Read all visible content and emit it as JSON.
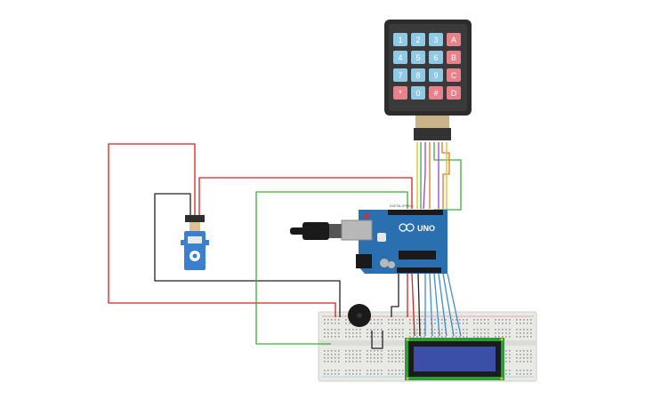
{
  "keypad": {
    "rows": [
      [
        "1",
        "2",
        "3",
        "A"
      ],
      [
        "4",
        "5",
        "6",
        "B"
      ],
      [
        "7",
        "8",
        "9",
        "C"
      ],
      [
        "*",
        "0",
        "#",
        "D"
      ]
    ],
    "key_color_num": "#8fc9e6",
    "key_color_letter": "#e8828a",
    "body_color": "#2d2d2d"
  },
  "arduino": {
    "board_label": "UNO",
    "digital_label": "DIGITAL (PWM~)",
    "color": "#2a6fb0"
  },
  "lcd": {
    "screen_color": "#3b4fa8",
    "pcb_color": "#2f9a3a"
  },
  "wires": {
    "red": "#d62020",
    "black": "#222222",
    "green": "#3cae3c",
    "blue": "#3b8fd6",
    "yellow": "#e0c020",
    "purple": "#9a44c8",
    "orange": "#e07a20"
  }
}
